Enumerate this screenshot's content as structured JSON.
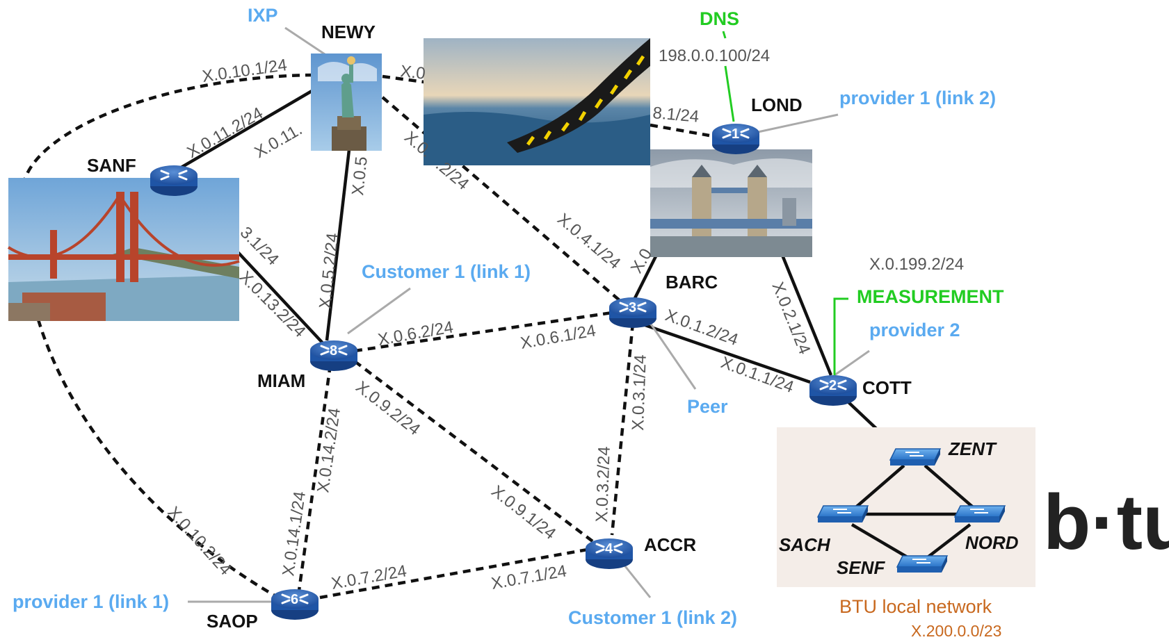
{
  "routers": [
    {
      "id": "newy",
      "name": "NEWY"
    },
    {
      "id": "lond",
      "name": "LOND",
      "number": "1"
    },
    {
      "id": "cott",
      "name": "COTT",
      "number": "2"
    },
    {
      "id": "barc",
      "name": "BARC",
      "number": "3"
    },
    {
      "id": "accr",
      "name": "ACCR",
      "number": "4"
    },
    {
      "id": "saop",
      "name": "SAOP",
      "number": "6"
    },
    {
      "id": "miam",
      "name": "MIAM",
      "number": "8"
    },
    {
      "id": "sanf",
      "name": "SANF"
    }
  ],
  "switches": [
    {
      "id": "zent",
      "name": "ZENT"
    },
    {
      "id": "sach",
      "name": "SACH"
    },
    {
      "id": "nord",
      "name": "NORD"
    },
    {
      "id": "senf",
      "name": "SENF"
    }
  ],
  "external": {
    "ixp": "IXP",
    "dns": "DNS",
    "dns_ip": "198.0.0.100/24",
    "measurement": "MEASUREMENT",
    "measurement_ip": "X.0.199.2/24",
    "provider1_link2": "provider 1 (link 2)",
    "provider1_link1": "provider 1 (link 1)",
    "provider2": "provider 2",
    "customer1_link1": "Customer 1 (link 1)",
    "customer1_link2": "Customer 1 (link 2)",
    "peer": "Peer"
  },
  "ip_labels": {
    "newy_sanf_top": "X.0.10.1/24",
    "newy_sanf_link": "X.0.11.2/24",
    "newy_sanf_link_cut": "X.0.11.",
    "newy_lond_cut": "X.0",
    "lond_side_cut": "8.1/24",
    "newy_barc_cut": "X.0.",
    "newy_barc_end": ".2/24",
    "newy_miam_cut": "X.0.5",
    "newy_miam": "X.0.5.2/24",
    "sanf_miam_cut": "3.1/24",
    "sanf_miam": "X.0.13.2/24",
    "barc_newy": "X.0.4.1/24",
    "barc_lond_cut": "X.0",
    "miam_barc": "X.0.6.2/24",
    "barc_miam": "X.0.6.1/24",
    "barc_cott": "X.0.1.2/24",
    "cott_barc": "X.0.1.1/24",
    "lond_cott": "X.0.2.1/24",
    "barc_accr": "X.0.3.1/24",
    "accr_barc": "X.0.3.2/24",
    "miam_accr": "X.0.9.2/24",
    "accr_miam": "X.0.9.1/24",
    "miam_saop": "X.0.14.2/24",
    "saop_miam": "X.0.14.1/24",
    "saop_sanf": "X.0.10.2/24",
    "saop_accr": "X.0.7.2/24",
    "accr_saop": "X.0.7.1/24"
  },
  "btu": {
    "title": "BTU local network",
    "subnet": "X.200.0.0/23",
    "logo": "b·tu"
  }
}
